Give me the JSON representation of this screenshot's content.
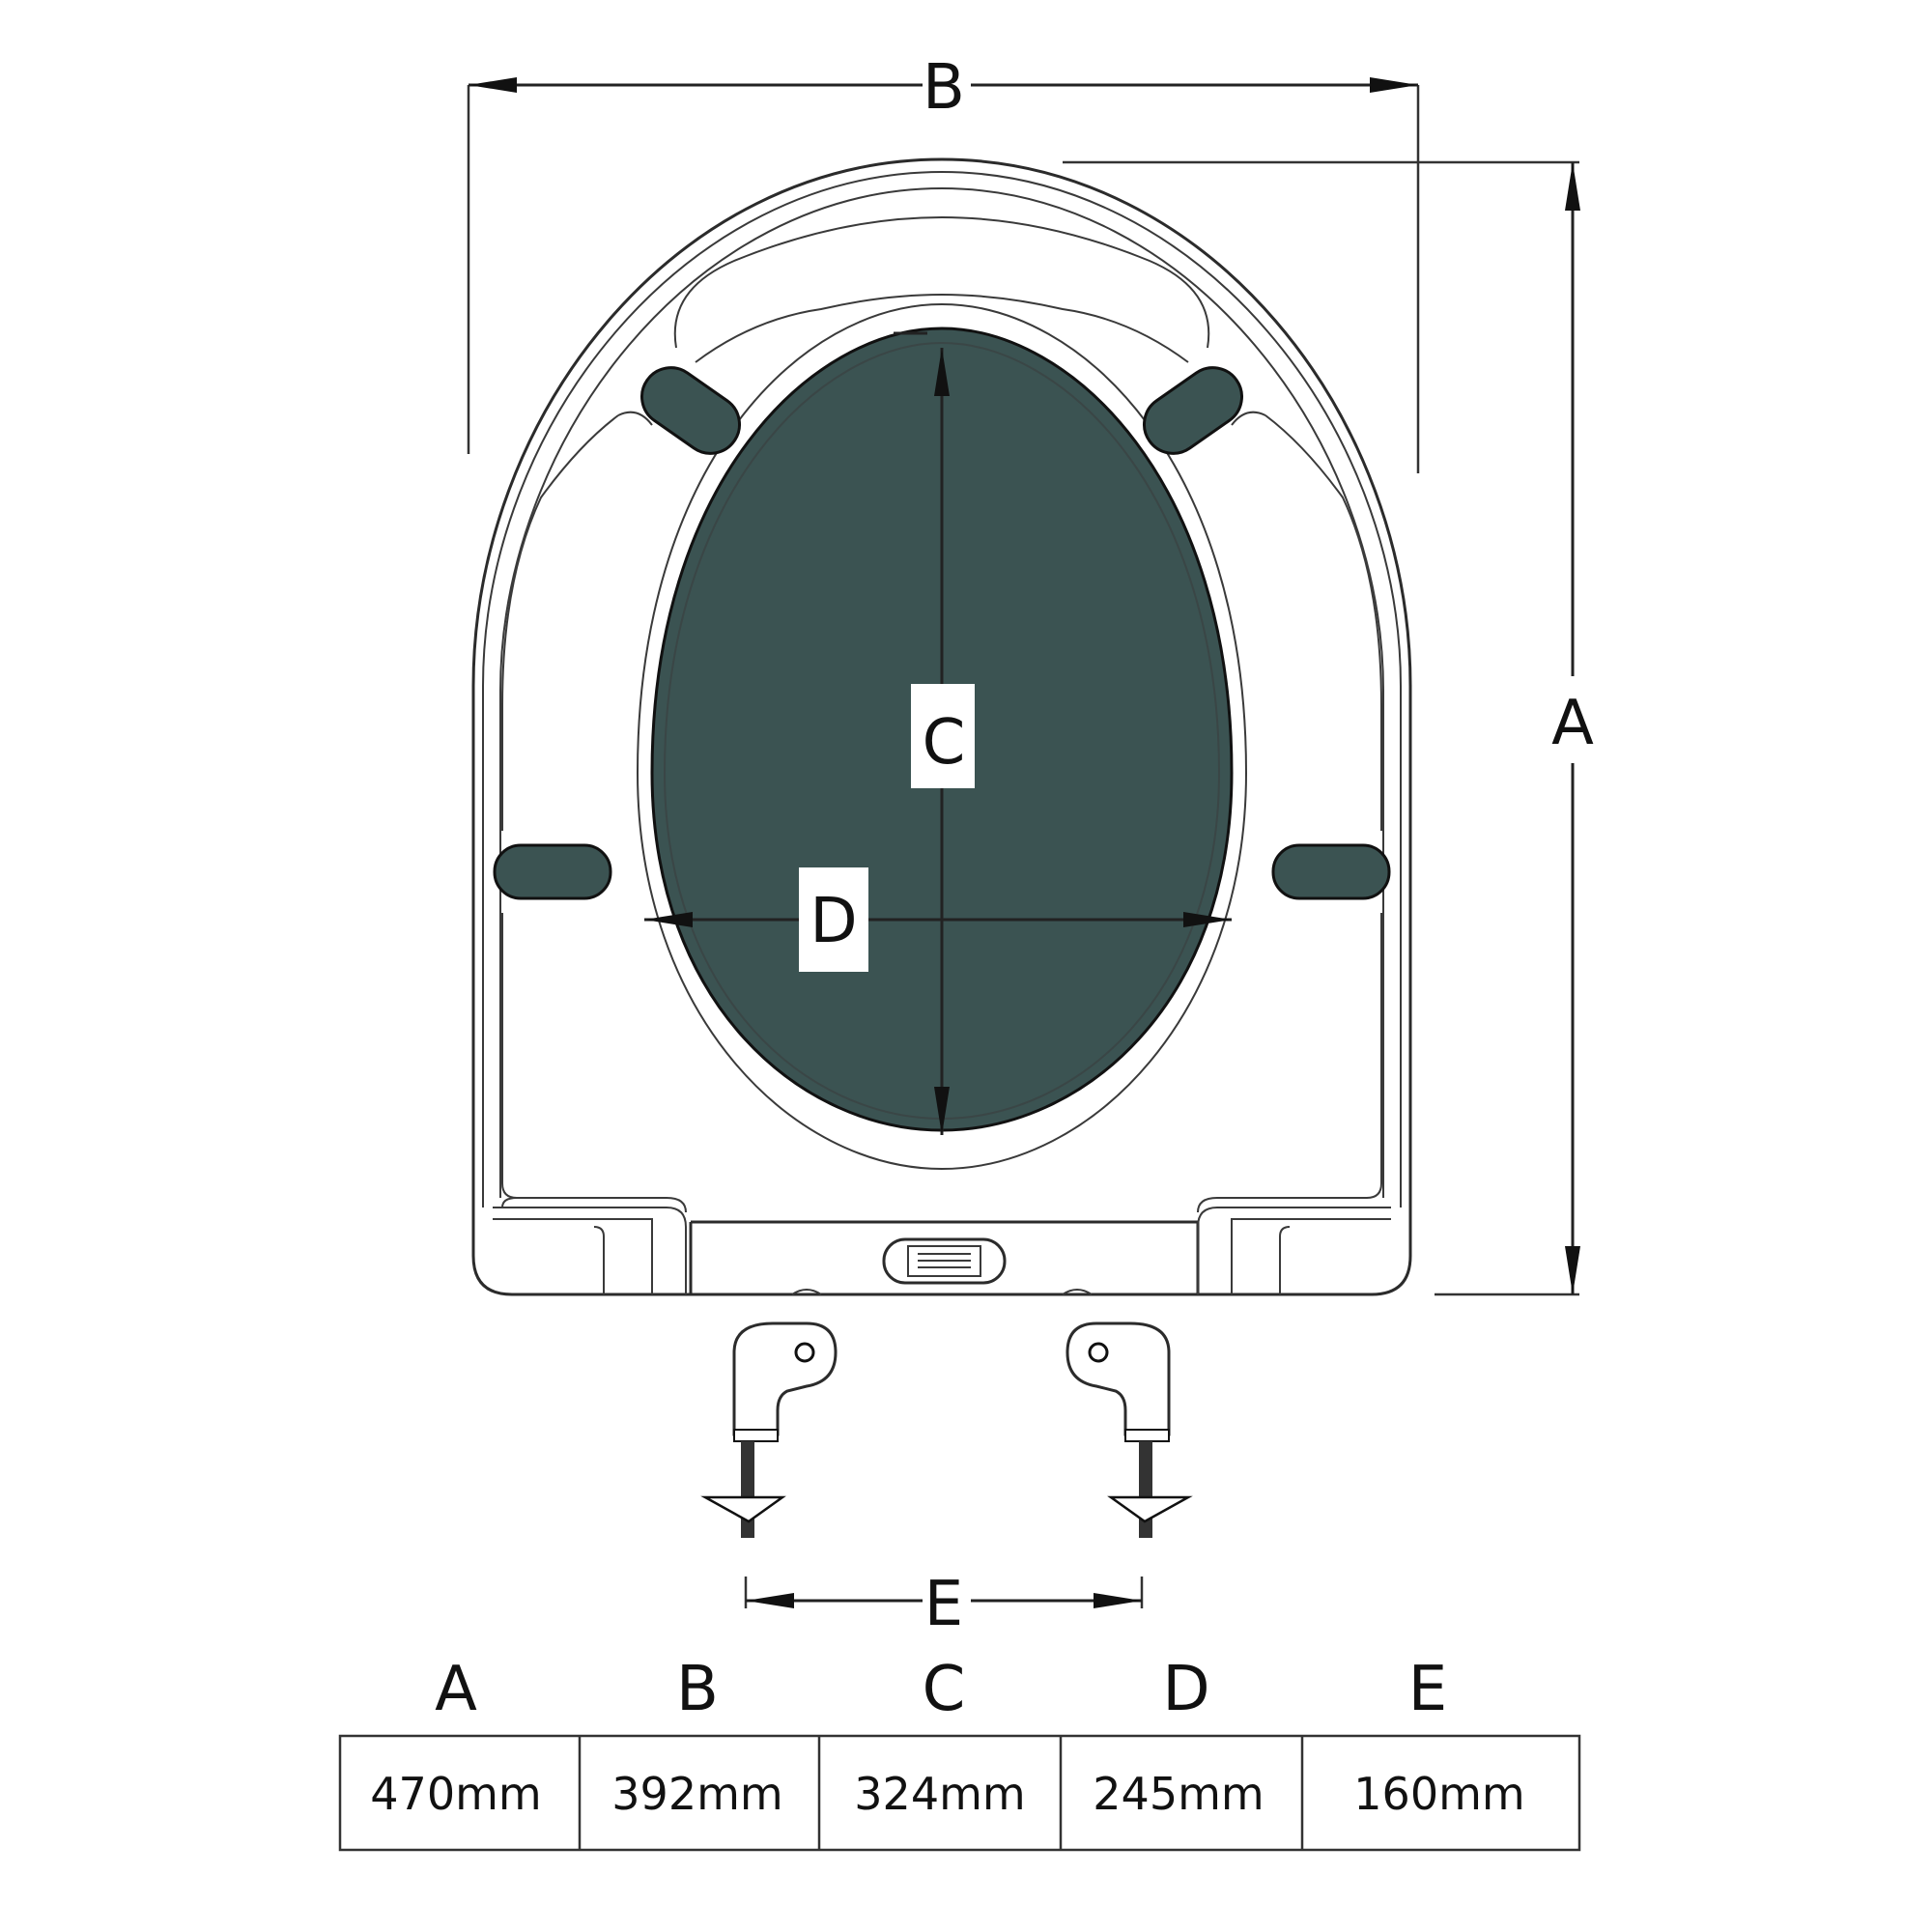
{
  "colors": {
    "accent": "#3b5352",
    "line": "#2b2b2b"
  },
  "dimension_labels": {
    "a": "A",
    "b": "B",
    "c": "C",
    "d": "D",
    "e": "E"
  },
  "table": {
    "headers": [
      "A",
      "B",
      "C",
      "D",
      "E"
    ],
    "values": [
      "470mm",
      "392mm",
      "324mm",
      "245mm",
      "160mm"
    ]
  }
}
